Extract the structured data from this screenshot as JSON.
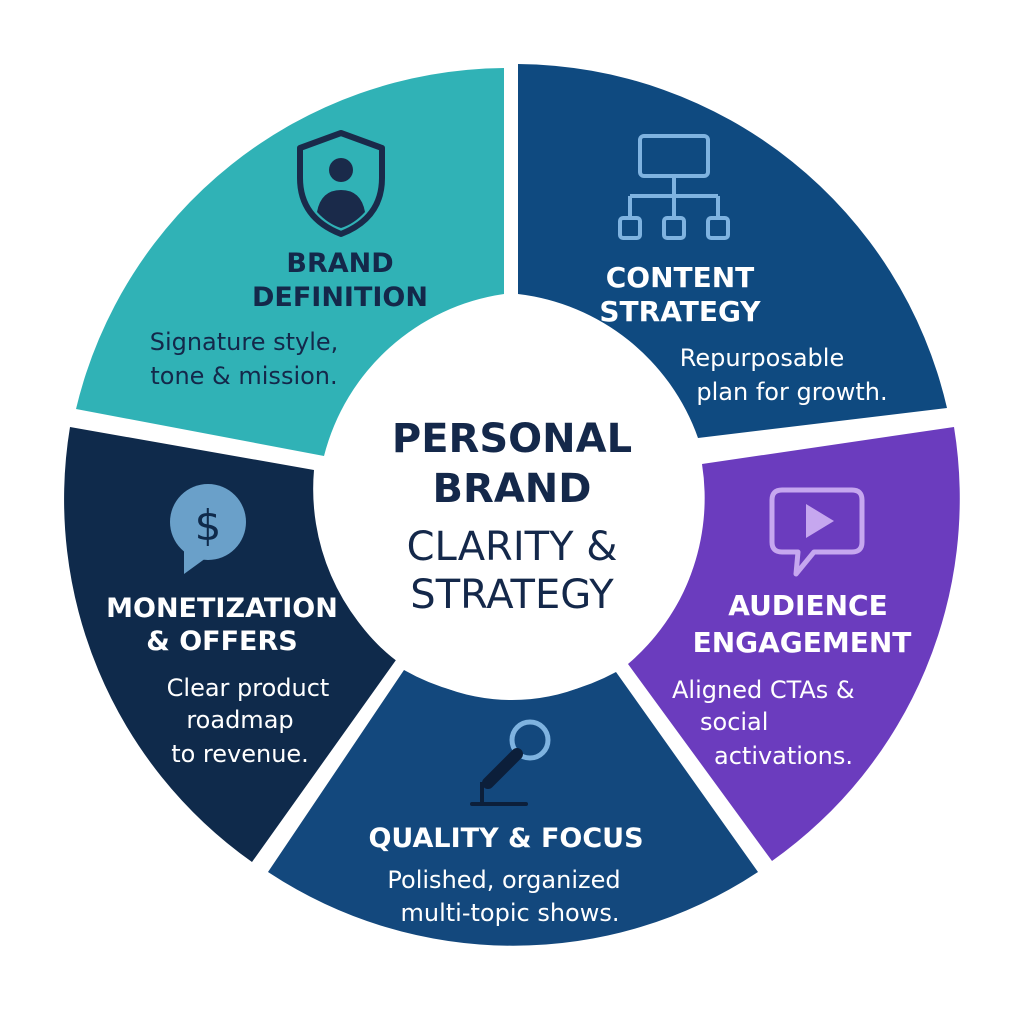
{
  "center": {
    "title_line1": "PERSONAL",
    "title_line2": "BRAND",
    "subtitle_line1": "CLARITY &",
    "subtitle_line2": "STRATEGY"
  },
  "segments": {
    "brand_definition": {
      "title_line1": "BRAND",
      "title_line2": "DEFINITION",
      "desc_line1": "Signature style,",
      "desc_line2": "tone & mission.",
      "icon": "shield-person-icon",
      "color": "#30b2b6"
    },
    "content_strategy": {
      "title_line1": "CONTENT",
      "title_line2": "STRATEGY",
      "desc_line1": "Repurposable",
      "desc_line2": "plan for growth.",
      "icon": "hierarchy-icon",
      "color": "#0f4a80"
    },
    "audience_engagement": {
      "title_line1": "AUDIENCE",
      "title_line2": "ENGAGEMENT",
      "desc_line1": "Aligned CTAs &",
      "desc_line2": "social",
      "desc_line3": "activations.",
      "icon": "video-chat-icon",
      "color": "#6b3cbe"
    },
    "quality_focus": {
      "title": "QUALITY & FOCUS",
      "desc_line1": "Polished, organized",
      "desc_line2": "multi-topic shows.",
      "icon": "microphone-icon",
      "color": "#13487d"
    },
    "monetization_offers": {
      "title_line1": "MONETIZATION",
      "title_line2": "& OFFERS",
      "desc_line1": "Clear product",
      "desc_line2": "roadmap",
      "desc_line3": "to revenue.",
      "icon": "dollar-chat-icon",
      "color": "#0f2a4b"
    }
  }
}
